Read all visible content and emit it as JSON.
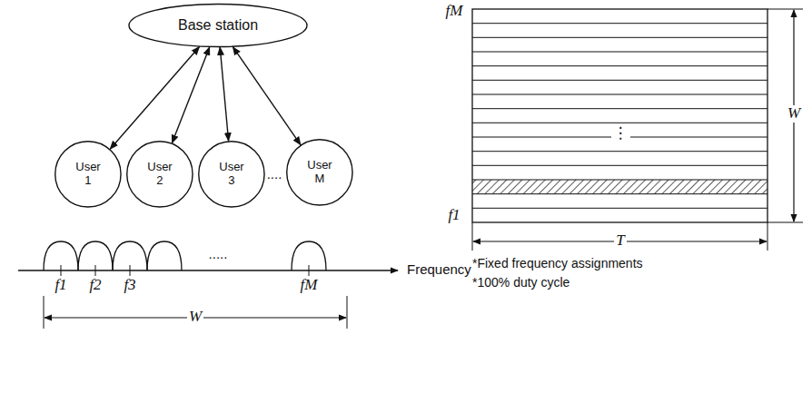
{
  "diagram": {
    "nodes": [
      {
        "text": [
          "Base station"
        ]
      },
      {
        "text": [
          "User 1"
        ]
      },
      {
        "text": [
          "User 2"
        ]
      },
      {
        "text": [
          "User 3"
        ]
      },
      {
        "text": [
          "User M"
        ]
      }
    ],
    "edges": [
      {
        "from": 0,
        "to": 1,
        "arrow": "both"
      },
      {
        "from": 0,
        "to": 2,
        "arrow": "both"
      },
      {
        "from": 0,
        "to": 3,
        "arrow": "both"
      },
      {
        "from": 0,
        "to": 4,
        "arrow": "both"
      }
    ],
    "labels": [
      "....",
      "f1",
      "f2",
      "f3",
      "fM",
      ".....",
      "Frequency",
      "W",
      "fM",
      "f1",
      "⋮",
      "W",
      "T",
      "*Fixed frequency assignments",
      "*100% duty cycle"
    ]
  }
}
